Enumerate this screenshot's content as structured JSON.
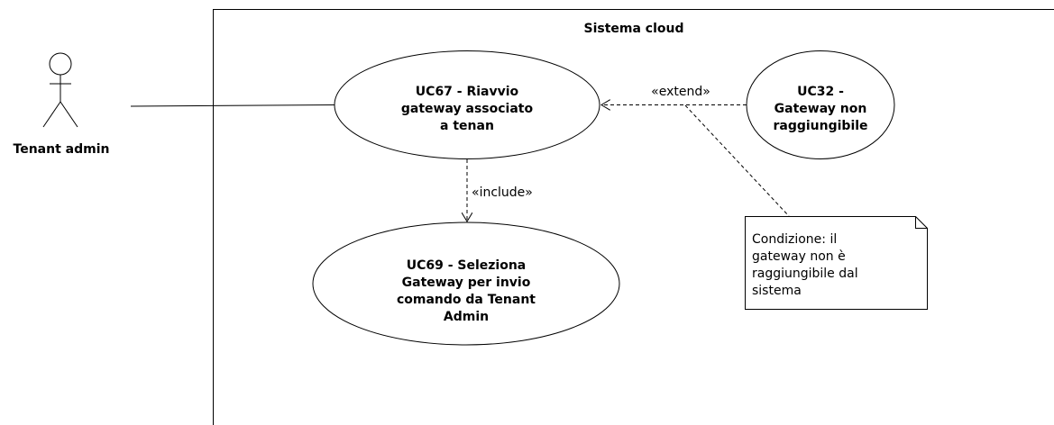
{
  "system": {
    "title": "Sistema cloud"
  },
  "actor": {
    "name": "Tenant admin"
  },
  "use_cases": {
    "uc67": {
      "lines": [
        "UC67 - Riavvio",
        "gateway associato",
        "a tenan"
      ]
    },
    "uc32": {
      "lines": [
        "UC32 -",
        "Gateway non",
        "raggiungibile"
      ]
    },
    "uc69": {
      "lines": [
        "UC69 - Seleziona",
        "Gateway per invio",
        "comando da Tenant",
        "Admin"
      ]
    }
  },
  "relations": {
    "extend_label": "«extend»",
    "include_label": "«include»"
  },
  "note": {
    "lines": [
      "Condizione: il",
      "gateway non è",
      "raggiungibile dal",
      "sistema"
    ]
  }
}
